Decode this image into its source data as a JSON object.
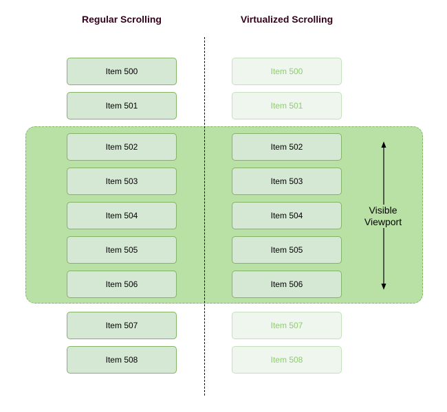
{
  "titles": {
    "regular": "Regular Scrolling",
    "virtualized": "Virtualized Scrolling"
  },
  "regular_items": [
    {
      "label": "Item 500",
      "rendered": true
    },
    {
      "label": "Item 501",
      "rendered": true
    },
    {
      "label": "Item 502",
      "rendered": true
    },
    {
      "label": "Item 503",
      "rendered": true
    },
    {
      "label": "Item 504",
      "rendered": true
    },
    {
      "label": "Item 505",
      "rendered": true
    },
    {
      "label": "Item 506",
      "rendered": true
    },
    {
      "label": "Item 507",
      "rendered": true
    },
    {
      "label": "Item 508",
      "rendered": true
    }
  ],
  "virtualized_items": [
    {
      "label": "Item 500",
      "rendered": false
    },
    {
      "label": "Item 501",
      "rendered": false
    },
    {
      "label": "Item 502",
      "rendered": true
    },
    {
      "label": "Item 503",
      "rendered": true
    },
    {
      "label": "Item 504",
      "rendered": true
    },
    {
      "label": "Item 505",
      "rendered": true
    },
    {
      "label": "Item 506",
      "rendered": true
    },
    {
      "label": "Item 507",
      "rendered": false
    },
    {
      "label": "Item 508",
      "rendered": false
    }
  ],
  "viewport": {
    "label_line1": "Visible",
    "label_line2": "Viewport"
  },
  "colors": {
    "title": "#33001a",
    "item_fill": "#d5e8d4",
    "item_border": "#82b366",
    "viewport_fill": "#b9e0a5",
    "faded_text": "#8fcc70"
  }
}
